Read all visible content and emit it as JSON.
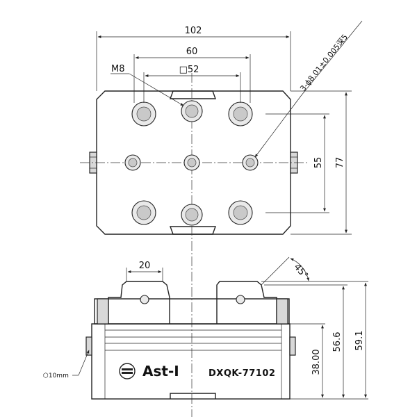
{
  "top_view": {
    "dim_overall_width": "102",
    "dim_hole_spacing": "60",
    "dim_square": "□52",
    "dim_height_inner": "55",
    "dim_height_outer": "77",
    "label_thread": "M8",
    "label_pin_holes": "3-ϕ8.01±0.005深5"
  },
  "side_view": {
    "dim_jaw_width": "20",
    "dim_angle": "45°",
    "dim_h1": "38.00",
    "dim_h2": "56.6",
    "dim_h3": "59.1",
    "label_hex": "⬡10mm",
    "brand_name": "Ast-I",
    "model_number": "DXQK-77102"
  }
}
